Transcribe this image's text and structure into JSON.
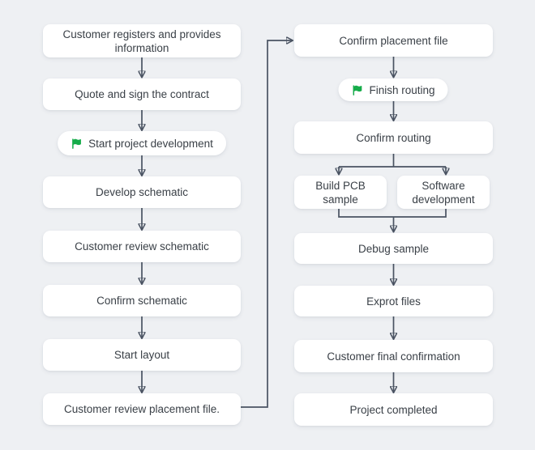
{
  "diagram": {
    "columns": {
      "left": {
        "nodes": [
          {
            "label": "Customer registers and provides information",
            "type": "step"
          },
          {
            "label": "Quote and sign the contract",
            "type": "step"
          },
          {
            "label": "Start project development",
            "type": "milestone",
            "icon": "green-flag"
          },
          {
            "label": "Develop schematic",
            "type": "step"
          },
          {
            "label": "Customer review schematic",
            "type": "step"
          },
          {
            "label": "Confirm schematic",
            "type": "step"
          },
          {
            "label": "Start layout",
            "type": "step"
          },
          {
            "label": "Customer review placement file.",
            "type": "step"
          }
        ]
      },
      "right": {
        "nodes": [
          {
            "label": "Confirm placement file",
            "type": "step"
          },
          {
            "label": "Finish routing",
            "type": "milestone",
            "icon": "green-flag"
          },
          {
            "label": "Confirm routing",
            "type": "step"
          },
          {
            "label": "Build PCB sample",
            "type": "step"
          },
          {
            "label": "Software development",
            "type": "step"
          },
          {
            "label": "Debug sample",
            "type": "step"
          },
          {
            "label": "Exprot files",
            "type": "step"
          },
          {
            "label": "Customer final confirmation",
            "type": "step"
          },
          {
            "label": "Project completed",
            "type": "step"
          }
        ]
      }
    },
    "connections": {
      "loop_back": "Customer review placement file. -> Confirm placement file",
      "branch": "Confirm routing -> Build PCB sample + Software development",
      "merge": "Build PCB sample + Software development -> Debug sample"
    },
    "colors": {
      "background": "#eef0f3",
      "node_background": "#ffffff",
      "text": "#3a4047",
      "arrow": "#4a5362",
      "flag_green": "#16ac4a"
    }
  }
}
